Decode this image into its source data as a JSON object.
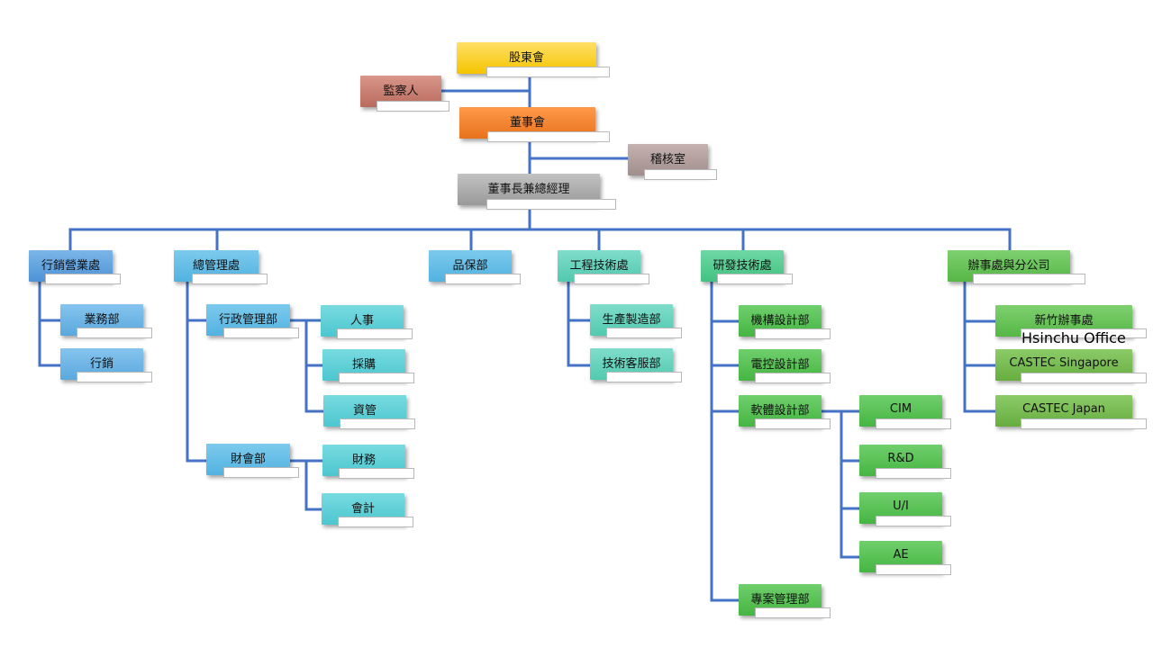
{
  "colors": {
    "connector": "#4472c4",
    "tab_border": "#b9b9b9"
  },
  "org": {
    "shareholders": "股東會",
    "supervisor": "監察人",
    "board": "董事會",
    "audit": "稽核室",
    "chairman_gm": "董事長兼總經理",
    "marketing_sales": "行銷營業處",
    "sales": "業務部",
    "marketing": "行銷",
    "general_admin": "總管理處",
    "admin_mgmt": "行政管理部",
    "hr": "人事",
    "purchasing": "採購",
    "asset_mgmt": "資管",
    "finance_accounting": "財會部",
    "finance": "財務",
    "accounting": "會計",
    "quality": "品保部",
    "engineering_tech": "工程技術處",
    "production": "生產製造部",
    "tech_service": "技術客服部",
    "rd_tech": "研發技術處",
    "mech_design": "機構設計部",
    "electrical_design": "電控設計部",
    "software_design": "軟體設計部",
    "cim": "CIM",
    "rnd": "R&D",
    "ui": "U/I",
    "ae": "AE",
    "project_mgmt": "專案管理部",
    "offices_branches": "辦事處與分公司",
    "hsinchu_office": "新竹辦事處",
    "hsinchu_office_en": "Hsinchu Office",
    "castec_singapore": "CASTEC Singapore",
    "castec_japan": "CASTEC Japan"
  }
}
